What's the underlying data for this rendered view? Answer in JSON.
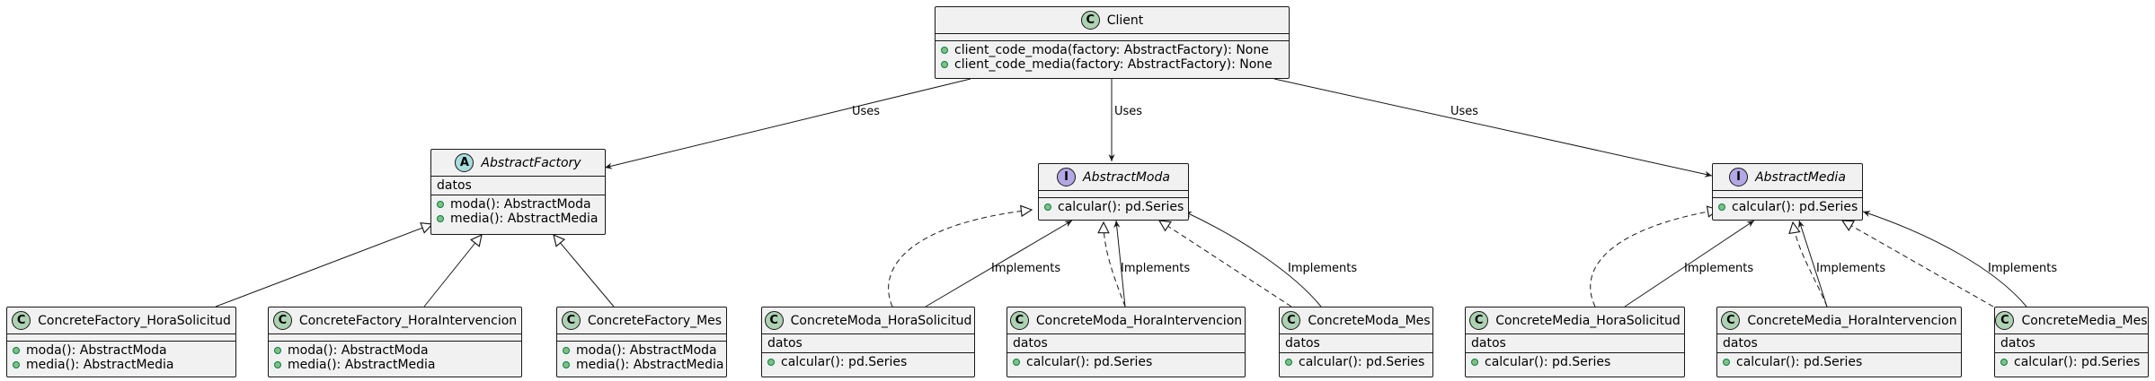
{
  "colors": {
    "class_fill": "#f1f1f1",
    "border": "#181818",
    "class_stereotype": "#add1b2",
    "abstract_stereotype": "#a9dcdf",
    "interface_stereotype": "#b4a7e5",
    "public_marker": "#84be84"
  },
  "stereotypes": {
    "class": "C",
    "abstract": "A",
    "interface": "I"
  },
  "classes": {
    "client": {
      "name": "Client",
      "methods": [
        "client_code_moda(factory: AbstractFactory): None",
        "client_code_media(factory: AbstractFactory): None"
      ]
    },
    "abstract_factory": {
      "name": "AbstractFactory",
      "fields": [
        "datos"
      ],
      "methods": [
        "moda(): AbstractModa",
        "media(): AbstractMedia"
      ]
    },
    "abstract_moda": {
      "name": "AbstractModa",
      "methods": [
        "calcular(): pd.Series"
      ]
    },
    "abstract_media": {
      "name": "AbstractMedia",
      "methods": [
        "calcular(): pd.Series"
      ]
    },
    "cf_hora_solicitud": {
      "name": "ConcreteFactory_HoraSolicitud",
      "methods": [
        "moda(): AbstractModa",
        "media(): AbstractMedia"
      ]
    },
    "cf_hora_intervencion": {
      "name": "ConcreteFactory_HoraIntervencion",
      "methods": [
        "moda(): AbstractModa",
        "media(): AbstractMedia"
      ]
    },
    "cf_mes": {
      "name": "ConcreteFactory_Mes",
      "methods": [
        "moda(): AbstractModa",
        "media(): AbstractMedia"
      ]
    },
    "cmo_hora_solicitud": {
      "name": "ConcreteModa_HoraSolicitud",
      "fields": [
        "datos"
      ],
      "methods": [
        "calcular(): pd.Series"
      ]
    },
    "cmo_hora_intervencion": {
      "name": "ConcreteModa_HoraIntervencion",
      "fields": [
        "datos"
      ],
      "methods": [
        "calcular(): pd.Series"
      ]
    },
    "cmo_mes": {
      "name": "ConcreteModa_Mes",
      "fields": [
        "datos"
      ],
      "methods": [
        "calcular(): pd.Series"
      ]
    },
    "cme_hora_solicitud": {
      "name": "ConcreteMedia_HoraSolicitud",
      "fields": [
        "datos"
      ],
      "methods": [
        "calcular(): pd.Series"
      ]
    },
    "cme_hora_intervencion": {
      "name": "ConcreteMedia_HoraIntervencion",
      "fields": [
        "datos"
      ],
      "methods": [
        "calcular(): pd.Series"
      ]
    },
    "cme_mes": {
      "name": "ConcreteMedia_Mes",
      "fields": [
        "datos"
      ],
      "methods": [
        "calcular(): pd.Series"
      ]
    }
  },
  "relations": {
    "uses_label": "Uses",
    "implements_label": "Implements"
  }
}
